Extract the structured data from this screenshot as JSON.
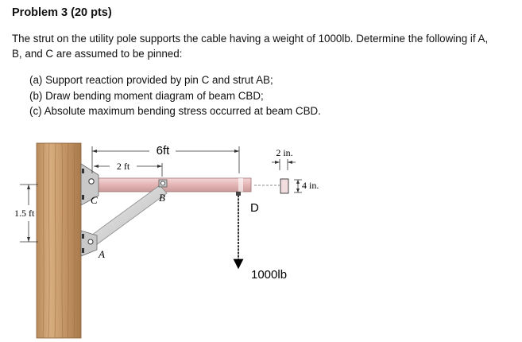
{
  "problem": {
    "title": "Problem 3 (20 pts)",
    "statement_line1": "The strut on the utility pole supports the cable having a weight of 1000lb. Determine the following if A,",
    "statement_line2": "B, and C are assumed to be pinned:",
    "items": [
      "(a) Support reaction provided by pin C and strut AB;",
      "(b) Draw bending moment diagram of beam CBD;",
      "(c) Absolute maximum bending stress occurred at beam CBD."
    ]
  },
  "figure": {
    "dim_6ft": "6ft",
    "dim_2ft": "2 ft",
    "dim_1_5ft": "1.5 ft",
    "dim_2in": "2 in.",
    "dim_4in": "4 in.",
    "label_C": "C",
    "label_B": "B",
    "label_A": "A",
    "label_D": "D",
    "load": "1000lb",
    "colors": {
      "pole": "#c89a6c",
      "beam": "#e8c0c0",
      "strut": "#d6d6d6",
      "load_arrow": "#000000"
    }
  }
}
